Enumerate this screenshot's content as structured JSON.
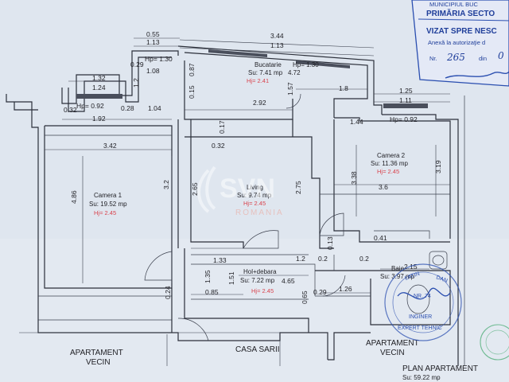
{
  "dimensions": {
    "d0_55": "0.55",
    "d1_13a": "1.13",
    "d3_44": "3.44",
    "d1_13b": "1.13",
    "hp1_30a": "Hp= 1.30",
    "d1_08": "1.08",
    "d0_29": "0.29",
    "d0_87": "0.87",
    "d1_32": "1.32",
    "d1_24": "1.24",
    "d1_2a": "1.2",
    "d0_15": "0.15",
    "d1_57": "1.57",
    "d1_8": "1.8",
    "d1_25": "1.25",
    "d1_11": "1.11",
    "d0_32a": "0.32",
    "hp0_92a": "Hp= 0.92",
    "d0_28": "0.28",
    "d1_04": "1.04",
    "d2_92": "2.92",
    "d1_92": "1.92",
    "d0_17": "0.17",
    "d1_44": "1.44",
    "hp0_92b": "Hp= 0.92",
    "d3_42": "3.42",
    "d0_32b": "0.32",
    "d4_86": "4.86",
    "d3_2": "3.2",
    "d2_65": "2.65",
    "d2_75": "2.75",
    "d3_38": "3.38",
    "d3_6": "3.6",
    "d3_19": "3.19",
    "d0_41": "0.41",
    "d1_33": "1.33",
    "d1_2b": "1.2",
    "d0_2a": "0.2",
    "d0_13": "0.13",
    "d0_2b": "0.2",
    "d2_15": "2.15",
    "d1_35": "1.35",
    "d1_51": "1.51",
    "d4_65": "4.65",
    "d0_85": "0.85",
    "d0_65": "0.65",
    "d0_29b": "0.29",
    "d1_26": "1.26",
    "d0_24": "0.24"
  },
  "rooms": {
    "bucatarie": {
      "name": "Bucatarie",
      "area": "Su: 7.41 mp",
      "height": "Hj= 2.41",
      "extra": "Hp= 1.30",
      "extra2": "4.72"
    },
    "camera1": {
      "name": "Camera 1",
      "area": "Su: 19.52 mp",
      "height": "Hj= 2.45"
    },
    "living": {
      "name": "Living",
      "area": "Su: 9.74 mp",
      "height": "Hj= 2.45"
    },
    "camera2": {
      "name": "Camera 2",
      "area": "Su: 11.36 mp",
      "height": "Hj= 2.45"
    },
    "hol": {
      "name": "Hol+debara",
      "area": "Su: 7.22 mp",
      "height": "Hj= 2.45"
    },
    "baie": {
      "name": "Baie",
      "area": "Su: 3.97 mp"
    }
  },
  "labels": {
    "ap_vecin_left_1": "APARTAMENT",
    "ap_vecin_left_2": "VECIN",
    "casa_scarii": "CASA SARII",
    "ap_vecin_right_1": "APARTAMENT",
    "ap_vecin_right_2": "VECIN",
    "plan_title": "PLAN APARTAMENT",
    "plan_area": "Su: 59.22 mp"
  },
  "stamp": {
    "line1": "MUNICIPIUL BUC",
    "line2": "PRIMĂRIA SECTO",
    "line3": "VIZAT SPRE NESC",
    "line4": "Anexă la autorizaţie d",
    "nr_label": "Nr.",
    "nr_value": "265",
    "din_label": "din",
    "din_value": "0"
  },
  "seal": {
    "t1": "LATIN",
    "t2": "DAN",
    "t3": "NR. 74",
    "t4": "INGINER",
    "t5": "EXPERT TEHNIC"
  },
  "watermark": {
    "logo": "SVN",
    "sub": "ROMANIA"
  },
  "colors": {
    "ink": "#2b2f3a",
    "height_text": "#d9434d",
    "stamp": "#1f3e9a",
    "paper": "#dfe6ef"
  }
}
